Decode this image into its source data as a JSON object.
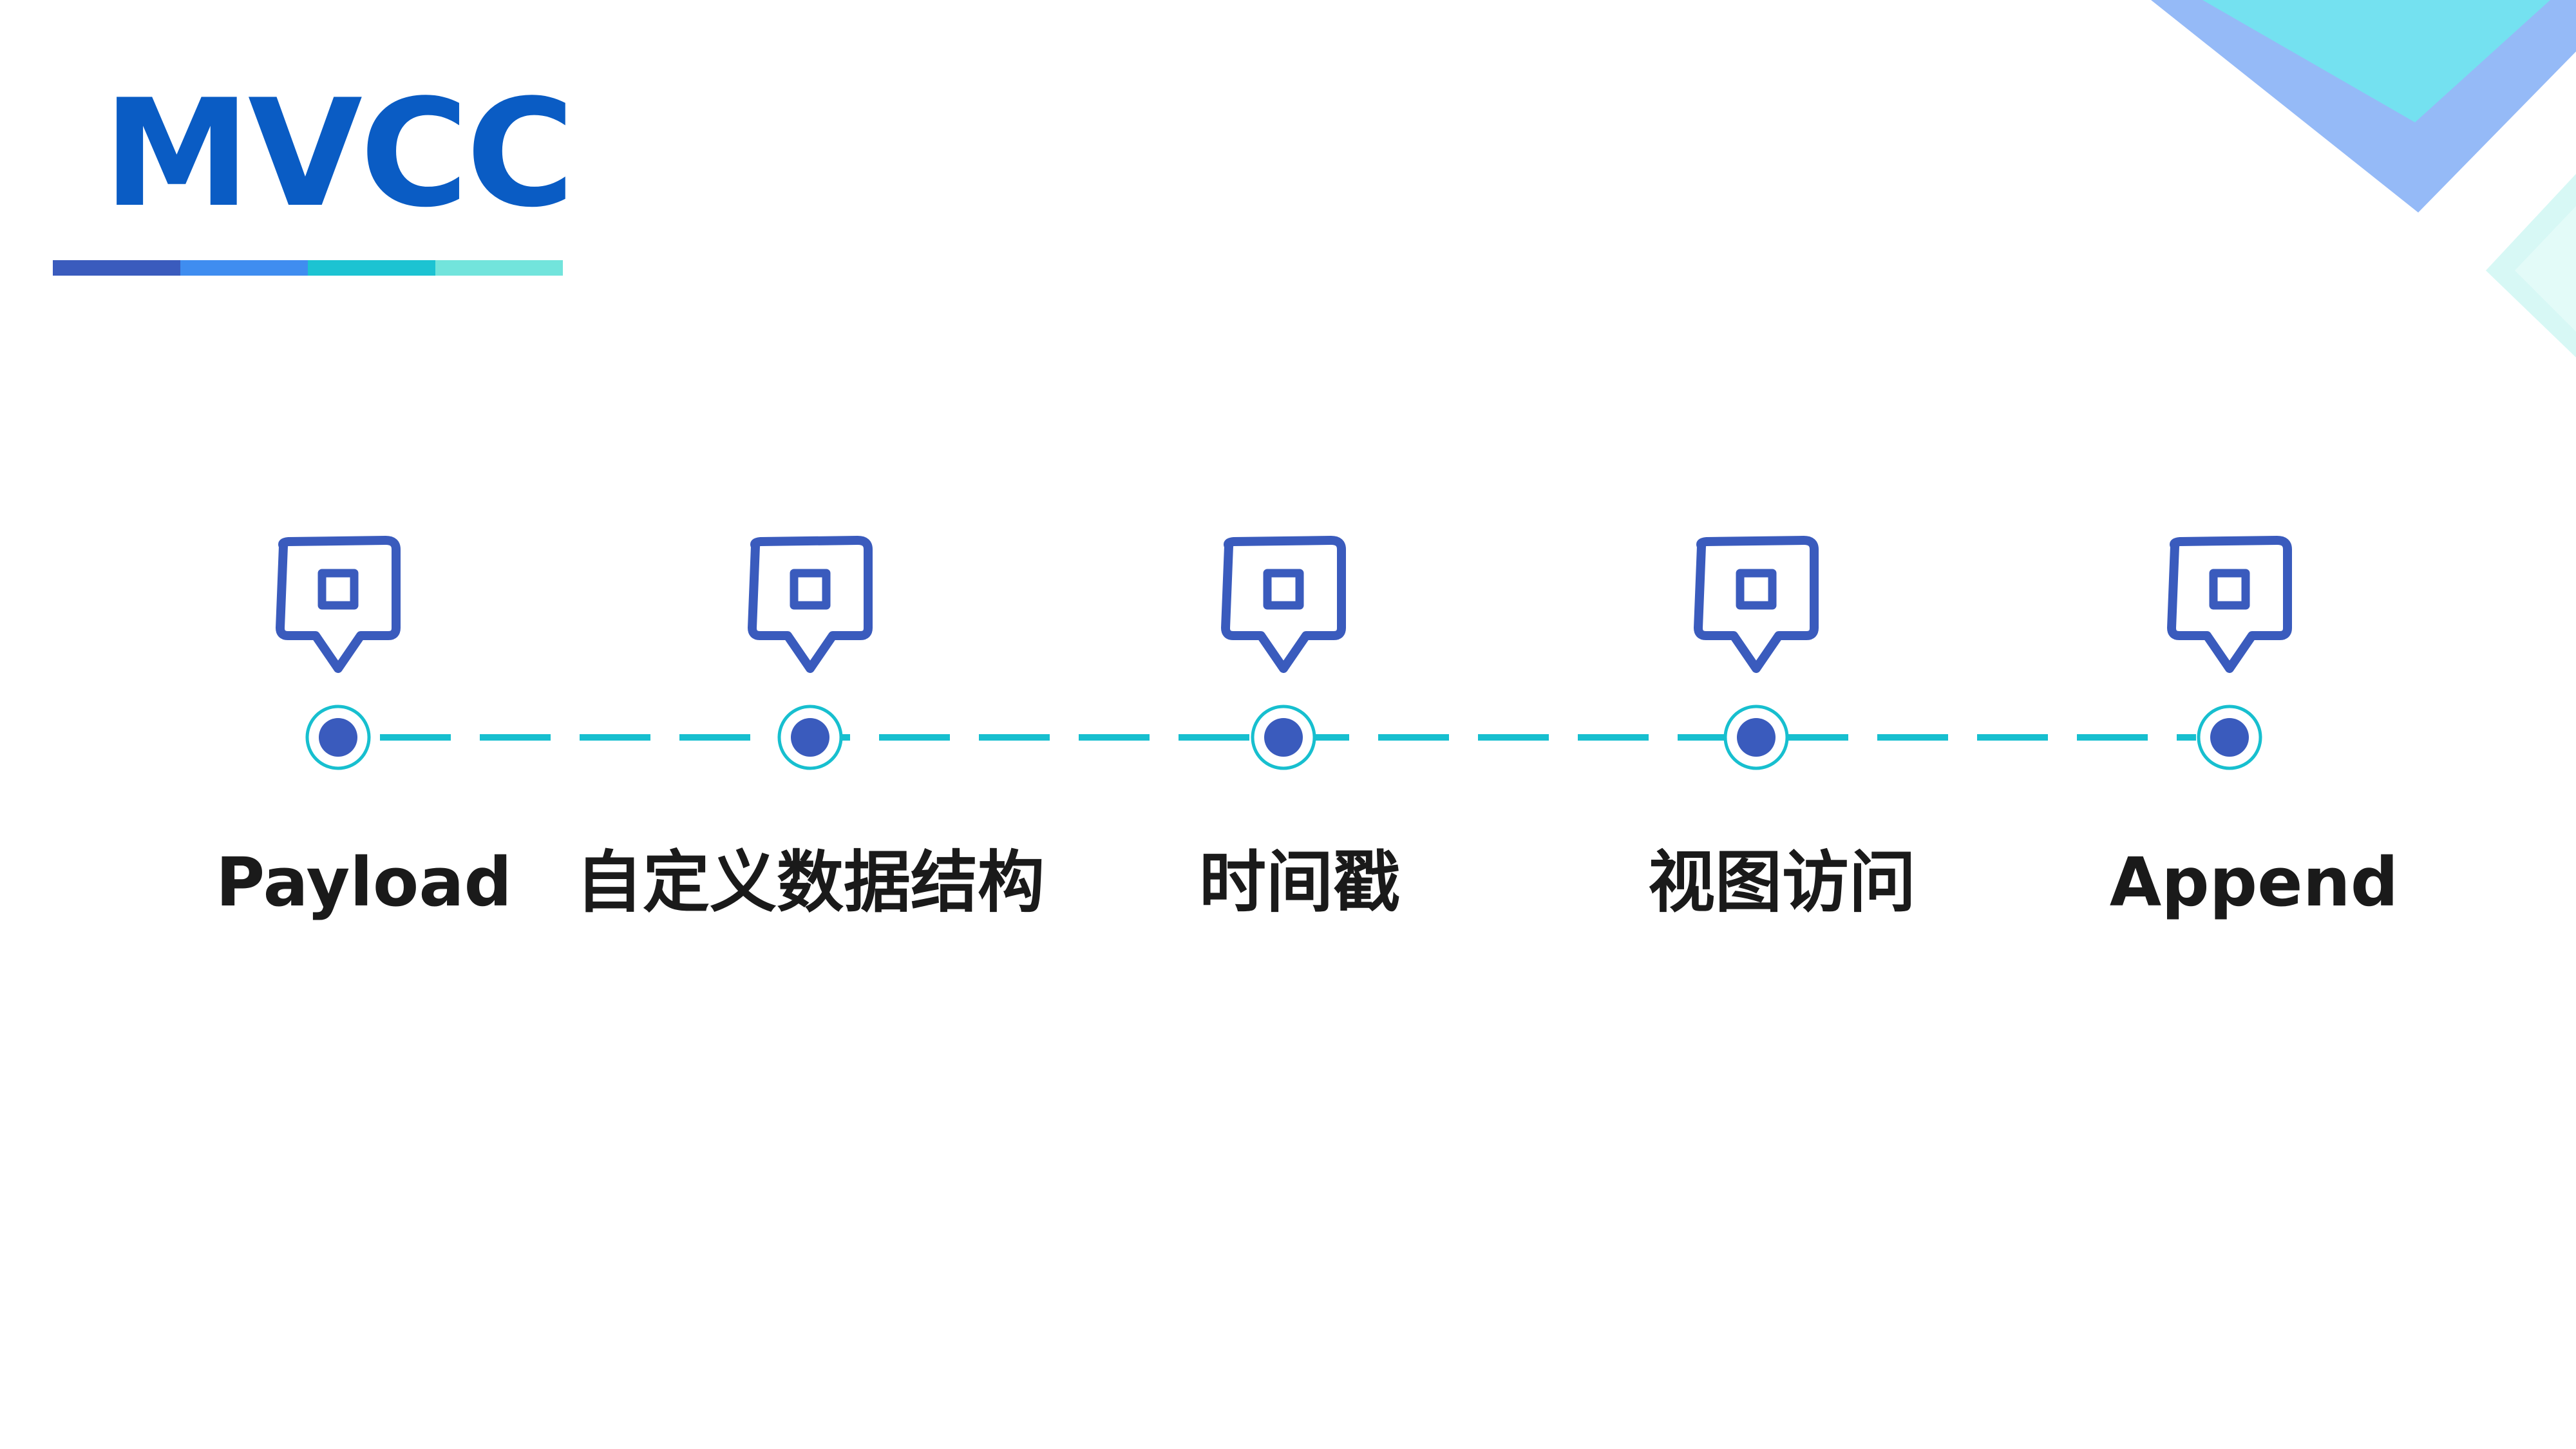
{
  "slide": {
    "title": "MVCC",
    "colors": {
      "title": "#0a5cc4",
      "underline": [
        "#3a5bbd",
        "#3f8df0",
        "#1cc3d2",
        "#72e4dc"
      ],
      "icon": "#3a5bbd",
      "dot": "#3a5bbd",
      "ring": "#17bfcf",
      "dash": "#17bfcf",
      "corner_outer": "#8fb6f7",
      "corner_inner": "#6fe7ef",
      "corner_small": "#cdf6f2"
    },
    "timeline": {
      "icon_name": "map-pin-square-icon",
      "items": [
        {
          "label": "Payload"
        },
        {
          "label": "自定义数据结构"
        },
        {
          "label": "时间戳"
        },
        {
          "label": "视图访问"
        },
        {
          "label": "Append"
        }
      ]
    }
  }
}
